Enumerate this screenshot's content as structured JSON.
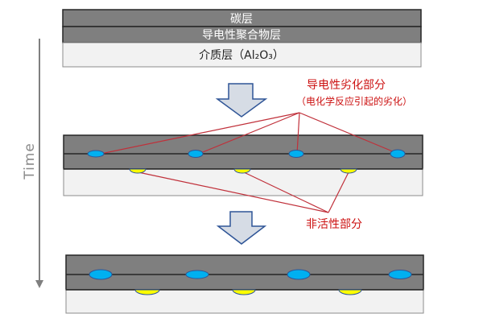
{
  "top_stack": {
    "layers": [
      {
        "label": "碳层"
      },
      {
        "label": "导电性聚合物层"
      },
      {
        "label": "介质层（Al₂O₃）"
      }
    ]
  },
  "time_axis": {
    "label": "Time"
  },
  "annotations": {
    "degraded": {
      "title": "导电性劣化部分",
      "subtitle": "（电化学反应引起的劣化）"
    },
    "inactive": {
      "title": "非活性部分"
    }
  },
  "stage2": {
    "degraded_spots": 4,
    "inactive_spots": 3
  },
  "stage3": {
    "degraded_spots": 4,
    "inactive_spots": 3
  },
  "colors": {
    "dark_layer": "#7f7f7f",
    "dielectric": "#f2f2f2",
    "degraded_spot": "#00b0f0",
    "inactive_spot": "#ffff00",
    "spot_outline": "#2f5597",
    "leader_line": "#c0303a",
    "arrow_fill": "#d6dce5",
    "arrow_stroke": "#2f5597",
    "time_arrow": "#7f7f7f"
  }
}
